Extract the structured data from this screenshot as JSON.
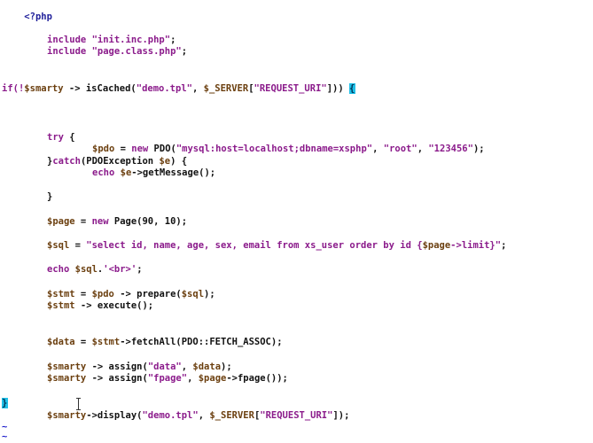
{
  "editor": {
    "lines": {
      "l1": "<?php",
      "l2a": "include ",
      "l2b": "\"init.inc.php\"",
      "l2c": ";",
      "l3a": "include ",
      "l3b": "\"page.class.php\"",
      "l3c": ";",
      "l4a": "if(!",
      "l4b": "$smarty",
      "l4c": " -> isCached(",
      "l4d": "\"demo.tpl\"",
      "l4e": ", ",
      "l4f": "$_SERVER",
      "l4g": "[",
      "l4h": "\"REQUEST_URI\"",
      "l4i": "])) ",
      "l4j": "{",
      "l5a": "try",
      "l5b": " {",
      "l6a": "$pdo",
      "l6b": " = ",
      "l6c": "new",
      "l6d": " PDO(",
      "l6e": "\"mysql:host=localhost;dbname=xsphp\"",
      "l6f": ", ",
      "l6g": "\"root\"",
      "l6h": ", ",
      "l6i": "\"123456\"",
      "l6j": ");",
      "l7a": "}",
      "l7b": "catch",
      "l7c": "(PDOException ",
      "l7d": "$e",
      "l7e": ") {",
      "l8a": "echo",
      "l8b": " ",
      "l8c": "$e",
      "l8d": "->getMessage();",
      "l9": "}",
      "l10a": "$page",
      "l10b": " = ",
      "l10c": "new",
      "l10d": " Page(90, 10);",
      "l11a": "$sql",
      "l11b": " = ",
      "l11c": "\"select id, name, age, sex, email from xs_user order by id {",
      "l11d": "$page",
      "l11e": "->limit}\"",
      "l11f": ";",
      "l12a": "echo",
      "l12b": " ",
      "l12c": "$sql",
      "l12d": ".",
      "l12e": "'<br>'",
      "l12f": ";",
      "l13a": "$stmt",
      "l13b": " = ",
      "l13c": "$pdo",
      "l13d": " -> prepare(",
      "l13e": "$sql",
      "l13f": ");",
      "l14a": "$stmt",
      "l14b": " -> execute();",
      "l15a": "$data",
      "l15b": " = ",
      "l15c": "$stmt",
      "l15d": "->fetchAll(PDO::FETCH_ASSOC);",
      "l16a": "$smarty",
      "l16b": " -> assign(",
      "l16c": "\"data\"",
      "l16d": ", ",
      "l16e": "$data",
      "l16f": ");",
      "l17a": "$smarty",
      "l17b": " -> assign(",
      "l17c": "\"fpage\"",
      "l17d": ", ",
      "l17e": "$page",
      "l17f": "->fpage());",
      "l18": "}",
      "l19a": "$smarty",
      "l19b": "->display(",
      "l19c": "\"demo.tpl\"",
      "l19d": ", ",
      "l19e": "$_SERVER",
      "l19f": "[",
      "l19g": "\"REQUEST_URI\"",
      "l19h": "]);"
    },
    "tilde": "~"
  }
}
